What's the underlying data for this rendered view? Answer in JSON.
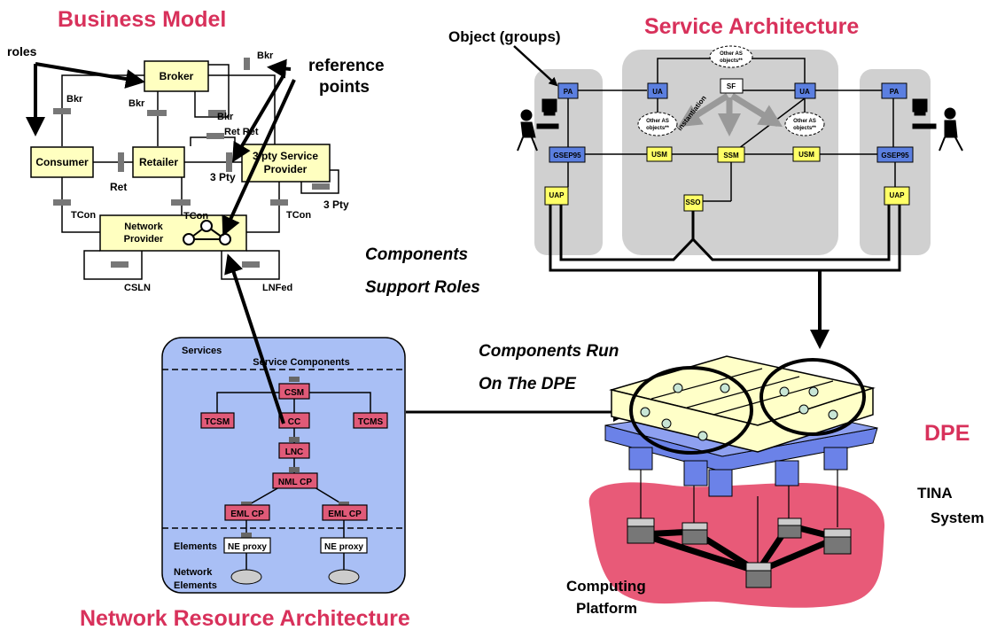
{
  "titles": {
    "business_model": "Business Model",
    "service_architecture": "Service Architecture",
    "network_resource_architecture": "Network Resource Architecture",
    "dpe": "DPE"
  },
  "business_model": {
    "roles_label": "roles",
    "reference_points_line1": "reference",
    "reference_points_line2": "points",
    "nodes": {
      "broker": "Broker",
      "consumer": "Consumer",
      "retailer": "Retailer",
      "third_party_line1": "3 pty Service",
      "third_party_line2": "Provider",
      "network_provider_line1": "Network",
      "network_provider_line2": "Provider"
    },
    "reference_labels": {
      "bkr_top": "Bkr",
      "bkr_left": "Bkr",
      "bkr_center": "Bkr",
      "bkr_right": "Bkr",
      "ret_ret": "Ret Ret",
      "ret": "Ret",
      "three_pty": "3 Pty",
      "three_pty_loop": "3 Pty",
      "tcon_left": "TCon",
      "tcon_center": "TCon",
      "tcon_right": "TCon",
      "csln": "CSLN",
      "lnfed": "LNFed"
    }
  },
  "service_architecture": {
    "object_groups_label": "Object (groups)",
    "boxes": {
      "pa_left": "PA",
      "ua_left": "UA",
      "sf": "SF",
      "ua_right": "UA",
      "pa_right": "PA",
      "gsep_left": "GSEP95",
      "usm_left": "USM",
      "ssm": "SSM",
      "usm_right": "USM",
      "gsep_right": "GSEP95",
      "uap_left": "UAP",
      "sso": "SSO",
      "uap_right": "UAP"
    },
    "clouds": {
      "top_line1": "Other AS",
      "top_line2": "objects**",
      "left_line1": "Other AS",
      "left_line2": "objects**",
      "right_line1": "Other AS",
      "right_line2": "objects**"
    },
    "instantiation": "instantiation"
  },
  "annotations": {
    "components_line1": "Components",
    "components_line2": "Support Roles",
    "run_line1": "Components Run",
    "run_line2": "On The DPE"
  },
  "network_resource": {
    "services": "Services",
    "service_components": "Service Components",
    "csm": "CSM",
    "tcsm": "TCSM",
    "cc": "CC",
    "tcms": "TCMS",
    "lnc": "LNC",
    "nml_cp": "NML CP",
    "eml_cp_left": "EML CP",
    "eml_cp_right": "EML CP",
    "elements": "Elements",
    "ne_proxy_left": "NE proxy",
    "ne_proxy_right": "NE proxy",
    "network_elements_line1": "Network",
    "network_elements_line2": "Elements"
  },
  "dpe_side": {
    "tina_line1": "TINA",
    "tina_line2": "System",
    "computing_line1": "Computing",
    "computing_line2": "Platform"
  },
  "colors": {
    "title_red": "#d8315b",
    "node_yellow": "#ffffc0",
    "service_gray": "#d0d0d0",
    "box_blue": "#5b7fe0",
    "box_yellow": "#ffff66",
    "network_blue": "#a9bff5",
    "component_red": "#e05a78",
    "platform_pink": "#e85a78",
    "dpe_yellow": "#ffffc8",
    "dpe_blue": "#6b82e8"
  }
}
